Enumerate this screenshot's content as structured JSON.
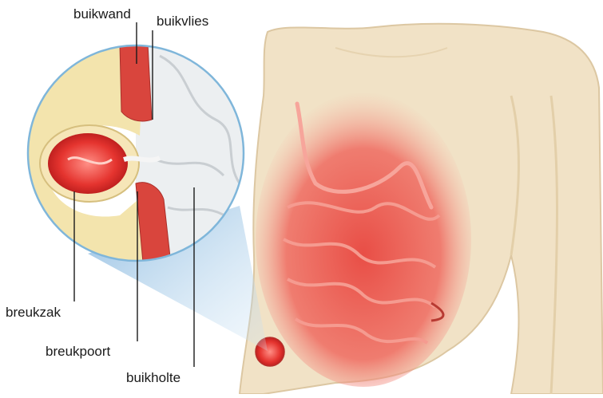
{
  "labels": {
    "abdominal_wall": "buikwand",
    "peritoneum": "buikvlies",
    "hernia_sac": "breukzak",
    "hernia_gate": "breukpoort",
    "abdominal_cavity": "buikholte"
  },
  "colors": {
    "skin": "#f1e2c6",
    "skin_shadow": "#e3cfa9",
    "organ_red": "#e8463f",
    "organ_glow": "#f28a80",
    "muscle": "#d9453d",
    "fat": "#f3e4ad",
    "magnifier_border": "#7fb6da",
    "magnifier_cone": "#9ec9ea"
  }
}
